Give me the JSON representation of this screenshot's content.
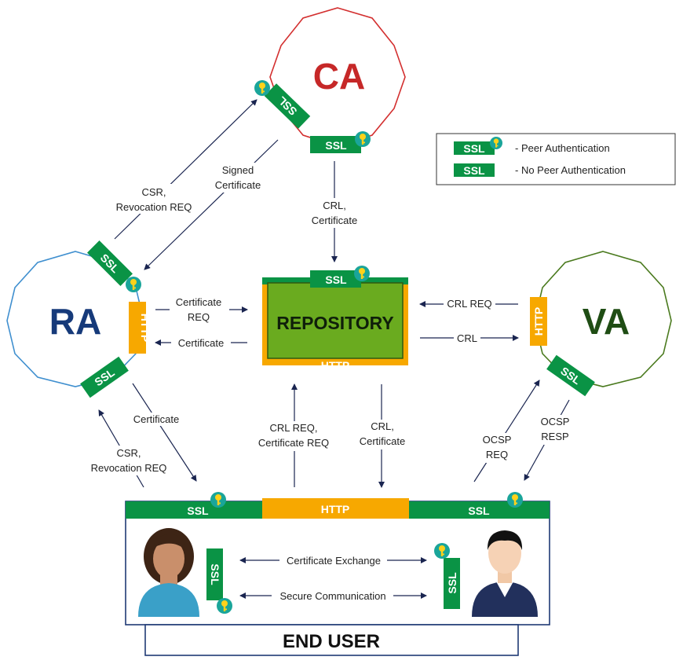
{
  "nodes": {
    "ca": "CA",
    "ra": "RA",
    "va": "VA",
    "repository": "REPOSITORY",
    "end_user": "END USER"
  },
  "tags": {
    "ssl": "SSL",
    "http": "HTTP"
  },
  "legend": {
    "peer_auth": "- Peer Authentication",
    "no_peer_auth": "- No Peer Authentication"
  },
  "edges": {
    "csr_line1": "CSR,",
    "csr_line2": "Revocation REQ",
    "signed_line1": "Signed",
    "signed_line2": "Certificate",
    "crl_ca_line1": "CRL,",
    "crl_ca_line2": "Certificate",
    "ra_repo_req_line1": "Certificate",
    "ra_repo_req_line2": "REQ",
    "repo_ra_cert": "Certificate",
    "crl_req": "CRL REQ",
    "crl": "CRL",
    "ra_user_cert": "Certificate",
    "user_ra_line1": "CSR,",
    "user_ra_line2": "Revocation REQ",
    "user_repo_line1": "CRL REQ,",
    "user_repo_line2": "Certificate REQ",
    "repo_user_line1": "CRL,",
    "repo_user_line2": "Certificate",
    "ocsp_req_line1": "OCSP",
    "ocsp_req_line2": "REQ",
    "ocsp_resp_line1": "OCSP",
    "ocsp_resp_line2": "RESP",
    "cert_exchange": "Certificate Exchange",
    "secure_comm": "Secure Communication"
  },
  "colors": {
    "ssl_green": "#0a9345",
    "http_orange": "#f7a800",
    "ca_red": "#d32f2f",
    "ra_blue": "#3f8fcf",
    "va_green": "#4a7a1e",
    "repo_fill": "#6aab1f",
    "navy": "#1f3a75"
  }
}
